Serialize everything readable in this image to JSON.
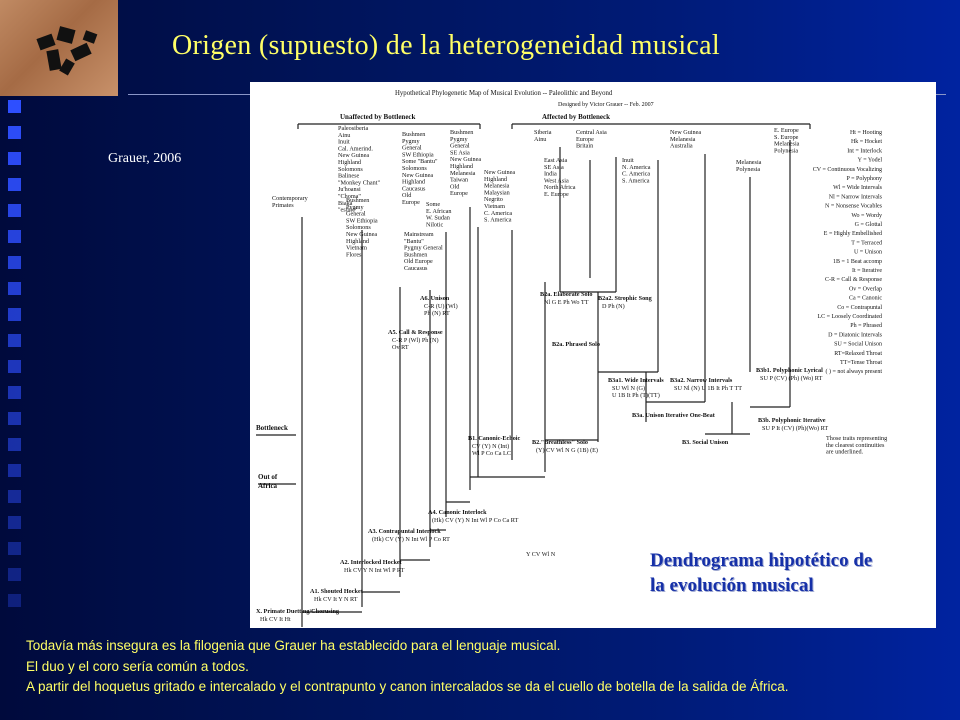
{
  "slide": {
    "title": "Origen (supuesto) de la heterogeneidad musical",
    "citation": "Grauer, 2006",
    "caption_line1": "Dendrograma hipotético de",
    "caption_line2": "la evolución musical",
    "notes": [
      "Todavía más insegura es la filogenia que Grauer ha establecido para el lenguaje musical.",
      "El duo y el coro sería común a todos.",
      "A partir del hoquetus gritado e intercalado y el contrapunto y canon intercalados se da el cuello de botella de la salida de África."
    ]
  },
  "diagram": {
    "title": "Hypothetical Phylogenetic Map of Musical Evolution -- Paleolithic and Beyond",
    "author": "Designed by Victor Grauer -- Feb. 2007",
    "unaffected_label": "Unaffected by Bottleneck",
    "affected_label": "Affected by Bottleneck",
    "bottleneck_label": "Bottleneck",
    "out_of_africa_1": "Out of",
    "out_of_africa_2": "Africa",
    "top_groups": [
      "Contemporary|Primates",
      "Paleosiberia|Ainu|Inuit|Cal. Amerind.|New Guinea|Highland|Solomons|Balinese|\"Monkey Chant\"|Ju'hoansi|\"Choma\"|Biaka|\"esime\"",
      "Bushmen|Pygmy|General|SW Ethiopia|Some \"Bantu\"|Solomons|New Guinea|Highland|Caucasus|Old|Europe",
      "Bushmen|Pygmy|General|SE Asia|New Guinea|Highland|Melanesia|Taiwan|Old|Europe",
      "New Guinea|Highland|Melanesia|Malaysian|Negrito|Vietnam|C. America|S. America",
      "Siberia|Ainu",
      "Central Asia|Europe|Britain",
      "East Asia|SE Asia|India|West Asia|North Africa|E. Europe",
      "Inuit|N. America|C. America|S. America",
      "New Guinea|Melanesia|Australia",
      "Melanesia|Polynesia",
      "E. Europe|S. Europe|Melanesia|Polynesia"
    ],
    "sub_groups": [
      "Bushmen|Pygmy|General|SW Ethiopia|Solomons|New Guinea|Highland|Vietnam|Flores",
      "Some|E. African|W. Sudan|Nilotic",
      "Mainstream|\"Bantu\"|Pygmy General|Bushmen|Old Europe|Caucasus"
    ],
    "nodes": [
      {
        "id": "A6. Unison",
        "traits": "C-R (U) (Wl)|Ph (N) RT"
      },
      {
        "id": "A5. Call & Response",
        "traits": "C-R P (Wl) Ph (N)|Ov RT"
      },
      {
        "id": "B2a. Elaborate Solo",
        "traits": "Nl G E Ph Wo TT"
      },
      {
        "id": "B2a2. Strophic Song",
        "traits": "D Ph (N)"
      },
      {
        "id": "B2a. Phrased Solo",
        "traits": ""
      },
      {
        "id": "B3a1. Wide Intervals",
        "traits": "SU Wl N (G)|U 1B It Ph (T)(TT)"
      },
      {
        "id": "B3a2. Narrow Intervals",
        "traits": "SU Nl (N) U 1B It Ph T TT"
      },
      {
        "id": "B3a. Unison Iterative One-Beat",
        "traits": ""
      },
      {
        "id": "B3b1. Polyphonic Lyrical",
        "traits": "SU P (CV) (Ph) (Wo) RT"
      },
      {
        "id": "B3b. Polyphonic Iterative",
        "traits": "SU P It (CV) (Ph)(Wo) RT"
      },
      {
        "id": "B1. Canonic-Echoic",
        "traits": "CV (Y) N (Int)|Wl P Co Ca LC"
      },
      {
        "id": "B2.\"Breathless\" Solo",
        "traits": "(Y) CV Wl N G (1B) (E)"
      },
      {
        "id": "B3. Social Unison",
        "traits": ""
      },
      {
        "id": "A4. Canonic Interlock",
        "traits": "(Hk) CV (Y) N Int Wl P Co Ca RT"
      },
      {
        "id": "A3. Contrapuntal Interlock",
        "traits": "(Hk) CV (Y) N Int Wl P Co RT"
      },
      {
        "id": "A2. Interlocked Hocket",
        "traits": "Hk CV Y N Int Wl P RT"
      },
      {
        "id": "A1. Shouted Hocket",
        "traits": "Hk CV It Y N RT"
      },
      {
        "id": "X. Primate Duetting/Chorusing",
        "traits": "Hk CV It Ht"
      },
      {
        "id": "",
        "traits": "Y CV Wl N"
      }
    ],
    "legend": [
      "Ht = Hooting",
      "Hk = Hocket",
      "Int = Interlock",
      "Y = Yodel",
      "CV = Continuous Vocalizing",
      "P = Polyphony",
      "Wl = Wide Intervals",
      "Nl = Narrow Intervals",
      "N = Nonsense Vocables",
      "Wo = Wordy",
      "G = Glottal",
      "E = Highly Embellished",
      "T = Terraced",
      "U = Unison",
      "1B = 1 Beat accomp",
      "It = Iterative",
      "C-R = Call & Response",
      "Ov = Overlap",
      "Ca = Canonic",
      "Co = Contrapuntal",
      "LC = Loosely Coordinated",
      "Ph = Phrased",
      "D = Diatonic Intervals",
      "SU = Social Unison",
      "RT=Relaxed Throat",
      "TT=Tense Throat",
      "( ) = not always present"
    ],
    "legend_note": "Those traits representing|the clearest continuities|are underlined."
  }
}
